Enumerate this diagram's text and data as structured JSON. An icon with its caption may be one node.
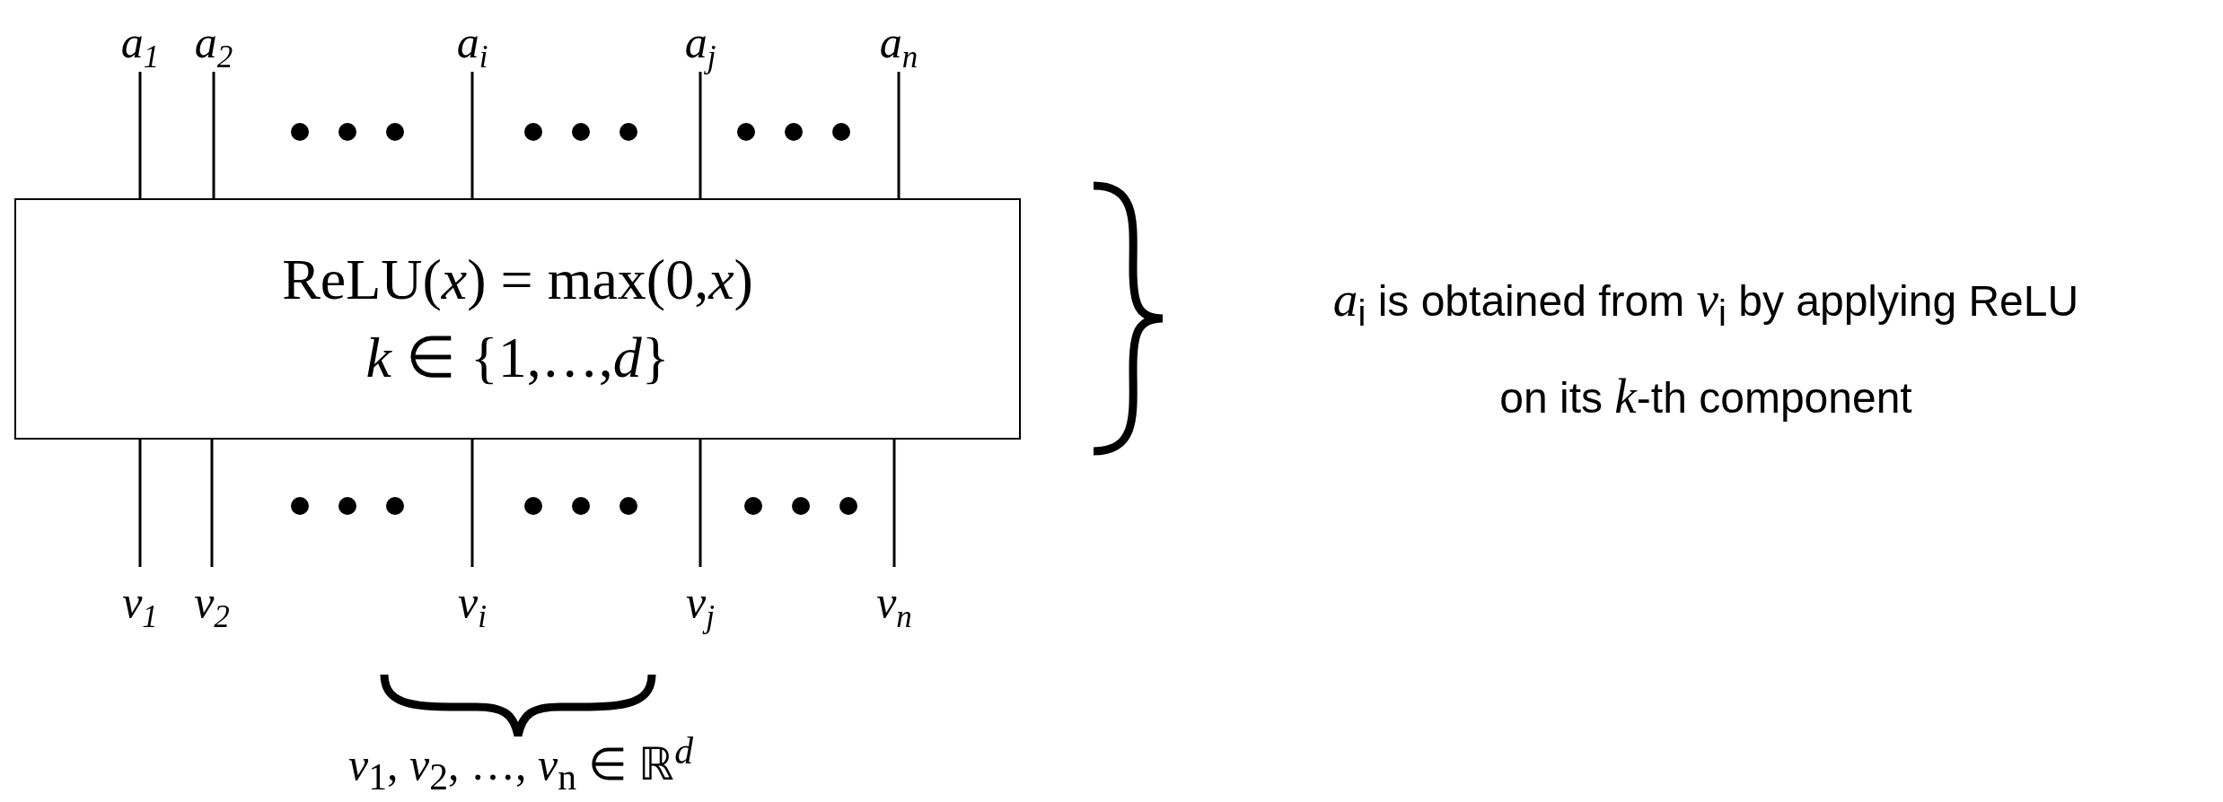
{
  "diagram": {
    "nodes": [
      {
        "text": [
          "a$_{1}$"
        ]
      },
      {
        "text": [
          "a$_{2}$"
        ]
      },
      {
        "text": [
          "a$_{i}$"
        ]
      },
      {
        "text": [
          "a$_{j}$"
        ]
      },
      {
        "text": [
          "a$_{n}$"
        ]
      },
      {
        "text": [
          "ReLU(*x*) = max(0,*x*)",
          "*k* ∈ {1,…,*d*}"
        ]
      },
      {
        "text": [
          "v$_{1}$"
        ]
      },
      {
        "text": [
          "v$_{2}$"
        ]
      },
      {
        "text": [
          "v$_{i}$"
        ]
      },
      {
        "text": [
          "v$_{j}$"
        ]
      },
      {
        "text": [
          "v$_{n}$"
        ]
      }
    ],
    "edges": [
      {
        "from": 6,
        "to": 5,
        "arrow": "none"
      },
      {
        "from": 7,
        "to": 5,
        "arrow": "none"
      },
      {
        "from": 8,
        "to": 5,
        "arrow": "none"
      },
      {
        "from": 9,
        "to": 5,
        "arrow": "none"
      },
      {
        "from": 10,
        "to": 5,
        "arrow": "none"
      },
      {
        "from": 5,
        "to": 0,
        "arrow": "none"
      },
      {
        "from": 5,
        "to": 1,
        "arrow": "none"
      },
      {
        "from": 5,
        "to": 2,
        "arrow": "none"
      },
      {
        "from": 5,
        "to": 3,
        "arrow": "none"
      },
      {
        "from": 5,
        "to": 4,
        "arrow": "none"
      }
    ],
    "labels": [
      "*a*$_{i}$ is obtained from *v*$_{i}$ by applying ReLU on its *k*-th component",
      "*v*$_{1}$, *v*$_{2}$, …, *v*$_{n}$ ∈ ℝ$^{d}$"
    ]
  }
}
